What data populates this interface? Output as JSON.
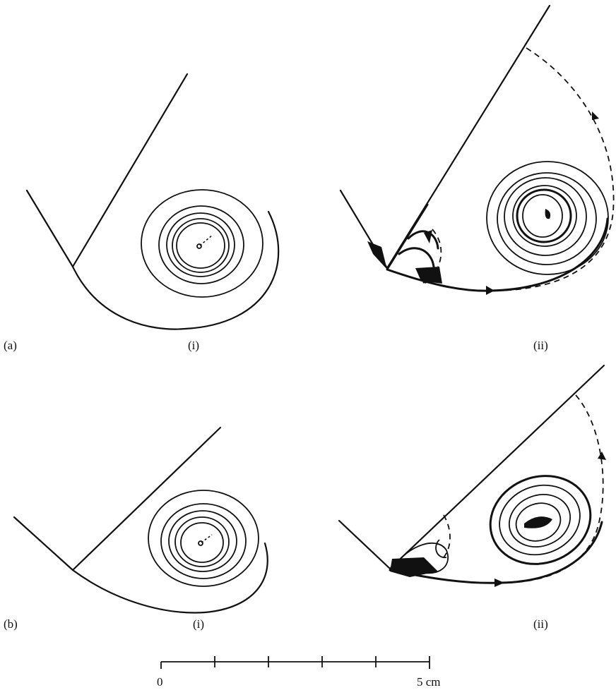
{
  "panels": {
    "a": {
      "row_label": "(a)",
      "left_label": "(i)",
      "right_label": "(ii)"
    },
    "b": {
      "row_label": "(b)",
      "left_label": "(i)",
      "right_label": "(ii)"
    }
  },
  "scale_bar": {
    "start_label": "0",
    "end_label": "5 cm",
    "divisions": 5
  }
}
